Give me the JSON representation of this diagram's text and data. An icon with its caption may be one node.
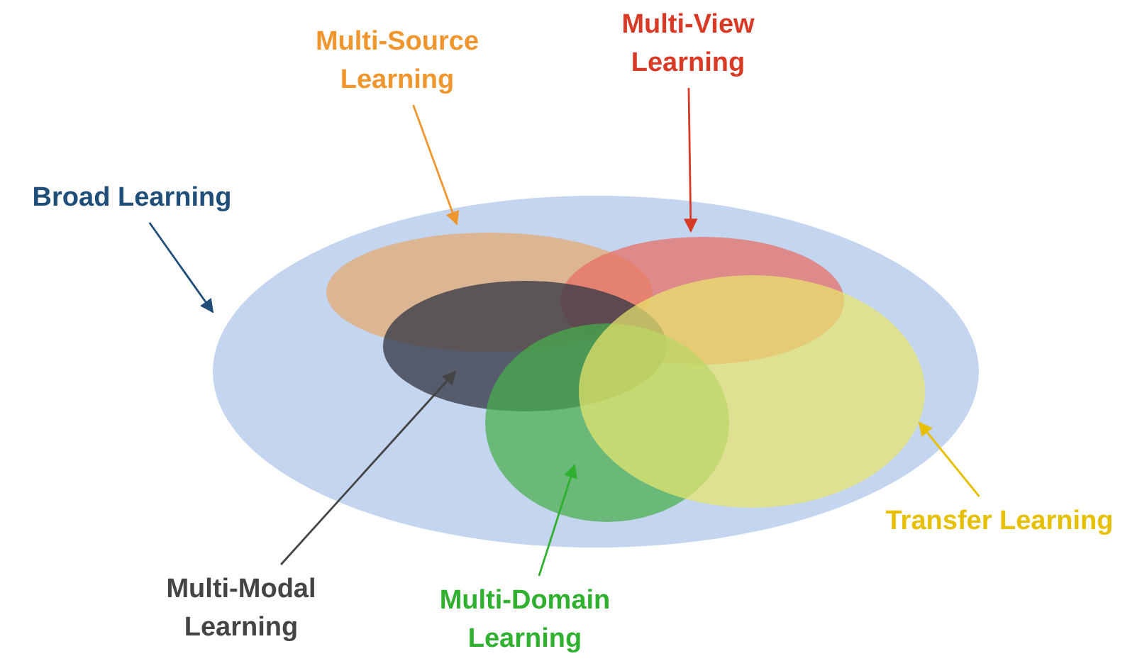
{
  "diagram": {
    "nodes": [
      {
        "text": [
          "Broad Learning"
        ]
      },
      {
        "text": [
          "Multi-Source Learning"
        ]
      },
      {
        "text": [
          "Multi-View Learning"
        ]
      },
      {
        "text": [
          "Transfer Learning"
        ]
      },
      {
        "text": [
          "Multi-Domain Learning"
        ]
      },
      {
        "text": [
          "Multi-Modal Learning"
        ]
      },
      {
        "text": [],
        "shape": "ellipse"
      },
      {
        "text": [],
        "shape": "ellipse",
        "in": 6
      },
      {
        "text": [],
        "shape": "ellipse",
        "in": 6
      },
      {
        "text": [],
        "shape": "ellipse",
        "in": 6
      },
      {
        "text": [],
        "shape": "ellipse",
        "in": 6
      },
      {
        "text": [],
        "shape": "ellipse",
        "in": 6
      }
    ],
    "edges": [
      {
        "from": 0,
        "to": 6,
        "arrow": "to",
        "color": "#1f4e79"
      },
      {
        "from": 1,
        "to": 7,
        "arrow": "to",
        "color": "#f0962e"
      },
      {
        "from": 2,
        "to": 8,
        "arrow": "to",
        "color": "#d93a26"
      },
      {
        "from": 3,
        "to": 11,
        "arrow": "to",
        "color": "#e6c000"
      },
      {
        "from": 4,
        "to": 10,
        "arrow": "to",
        "color": "#2fb02f"
      },
      {
        "from": 5,
        "to": 9,
        "arrow": "to",
        "color": "#444444"
      }
    ]
  }
}
